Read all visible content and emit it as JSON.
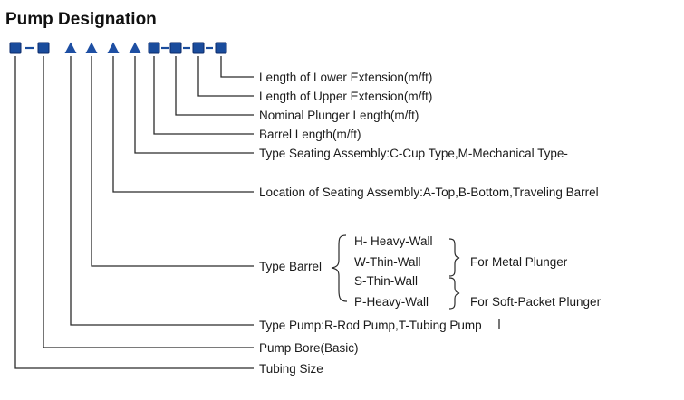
{
  "title": "Pump Designation",
  "colors": {
    "square_fill": "#1a4c9c",
    "square_border": "#0b2a6a",
    "triangle_fill": "#1e4fa3",
    "dash": "#1a4c9c",
    "line": "#2b2b2b"
  },
  "code_symbols": [
    "square",
    "dash",
    "square",
    "triangle",
    "triangle",
    "triangle",
    "triangle",
    "square",
    "dash",
    "square",
    "dash",
    "square",
    "dash",
    "square"
  ],
  "labels": {
    "lower_extension": "Length of Lower Extension(m/ft)",
    "upper_extension": "Length of Upper Extension(m/ft)",
    "plunger_length": "Nominal Plunger Length(m/ft)",
    "barrel_length": "Barrel Length(m/ft)",
    "seating_type": "Type Seating Assembly:C-Cup Type,M-Mechanical Type-",
    "seating_location": "Location of Seating Assembly:A-Top,B-Bottom,Traveling Barrel",
    "type_barrel": "Type Barrel",
    "type_pump": "Type Pump:R-Rod Pump,T-Tubing Pump",
    "pump_bore": "Pump Bore(Basic)",
    "tubing_size": "Tubing Size"
  },
  "barrel_options": {
    "h": "H- Heavy-Wall",
    "w": "W-Thin-Wall",
    "s": "S-Thin-Wall",
    "p": "P-Heavy-Wall",
    "metal_group": "For Metal  Plunger",
    "soft_group": "For Soft-Packet Plunger"
  }
}
